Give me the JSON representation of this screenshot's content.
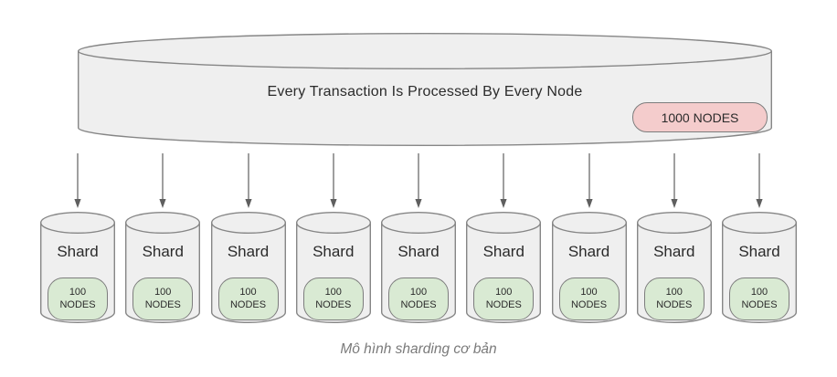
{
  "main_cylinder": {
    "label": "Every Transaction Is Processed By Every Node",
    "badge": "1000 NODES"
  },
  "shards": [
    {
      "label": "Shard",
      "nodes": "100",
      "nodes_unit": "NODES"
    },
    {
      "label": "Shard",
      "nodes": "100",
      "nodes_unit": "NODES"
    },
    {
      "label": "Shard",
      "nodes": "100",
      "nodes_unit": "NODES"
    },
    {
      "label": "Shard",
      "nodes": "100",
      "nodes_unit": "NODES"
    },
    {
      "label": "Shard",
      "nodes": "100",
      "nodes_unit": "NODES"
    },
    {
      "label": "Shard",
      "nodes": "100",
      "nodes_unit": "NODES"
    },
    {
      "label": "Shard",
      "nodes": "100",
      "nodes_unit": "NODES"
    },
    {
      "label": "Shard",
      "nodes": "100",
      "nodes_unit": "NODES"
    },
    {
      "label": "Shard",
      "nodes": "100",
      "nodes_unit": "NODES"
    }
  ],
  "caption": "Mô hình sharding cơ bản",
  "colors": {
    "cylinder_fill": "#efefef",
    "cylinder_stroke": "#868686",
    "badge_pink": "#f4cccc",
    "badge_green": "#d9ead3",
    "badge_stroke": "#7d7d7d",
    "arrow": "#5f5f5f",
    "text": "#2b2b2b",
    "caption": "#7a7a7a",
    "page_bg": "#ffffff"
  }
}
